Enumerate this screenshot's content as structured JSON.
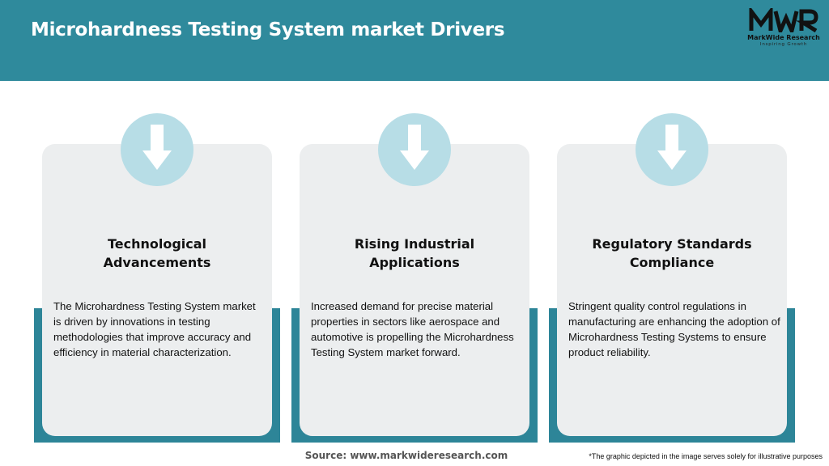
{
  "header": {
    "title": "Microhardness Testing System market Drivers",
    "background": "#2f8a9c"
  },
  "logo": {
    "mark": "MWR",
    "name": "MarkWide Research",
    "tagline": "Inspiring Growth"
  },
  "cards": [
    {
      "icon": "arrow-down-icon",
      "title": "Technological Advancements",
      "text": "The Microhardness Testing System market is driven by innovations in testing methodologies that improve accuracy and efficiency in material characterization."
    },
    {
      "icon": "arrow-down-icon",
      "title": "Rising Industrial Applications",
      "text": "Increased demand for precise material properties in sectors like aerospace and automotive is propelling the Microhardness Testing System market forward."
    },
    {
      "icon": "arrow-down-icon",
      "title": "Regulatory Standards Compliance",
      "text": "Stringent quality control regulations in manufacturing are enhancing the adoption of Microhardness Testing Systems to ensure product reliability."
    }
  ],
  "footer": {
    "source": "Source: www.markwideresearch.com",
    "disclaimer": "*The graphic depicted in the image serves solely for illustrative purposes"
  },
  "colors": {
    "accent": "#2d8598",
    "circle": "#b7dde6",
    "card": "#eceeef"
  }
}
